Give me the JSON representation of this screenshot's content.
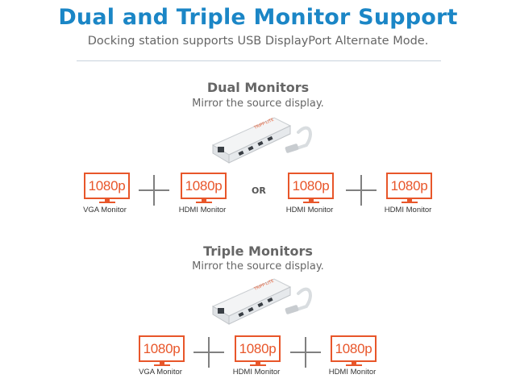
{
  "header": {
    "title": "Dual and Triple Monitor Support",
    "subtitle": "Docking station supports USB DisplayPort Alternate Mode."
  },
  "dual": {
    "title": "Dual Monitors",
    "subtitle": "Mirror the source display.",
    "or_label": "OR",
    "monitors": [
      {
        "resolution": "1080p",
        "label": "VGA Monitor"
      },
      {
        "resolution": "1080p",
        "label": "HDMI Monitor"
      },
      {
        "resolution": "1080p",
        "label": "HDMI Monitor"
      },
      {
        "resolution": "1080p",
        "label": "HDMI Monitor"
      }
    ]
  },
  "triple": {
    "title": "Triple Monitors",
    "subtitle": "Mirror the source display.",
    "monitors": [
      {
        "resolution": "1080p",
        "label": "VGA Monitor"
      },
      {
        "resolution": "1080p",
        "label": "HDMI Monitor"
      },
      {
        "resolution": "1080p",
        "label": "HDMI Monitor"
      }
    ]
  },
  "dock": {
    "brand": "TRIPP·LITE"
  },
  "colors": {
    "title_blue": "#1b86c6",
    "accent_orange": "#e8562a",
    "text_gray": "#666666"
  }
}
